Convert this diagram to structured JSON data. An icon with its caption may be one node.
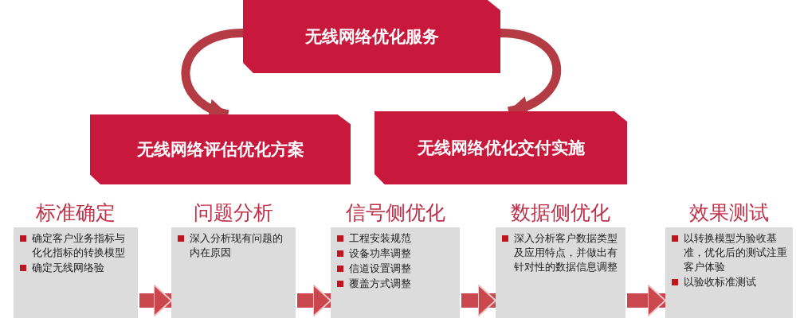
{
  "diagram": {
    "nodes": [
      {
        "text": [
          "无线网络优化服务"
        ]
      },
      {
        "text": [
          "无线网络评估优化方案"
        ]
      },
      {
        "text": [
          "无线网络优化交付实施"
        ]
      },
      {
        "text": [
          "标准确定",
          "确定客户业务指标与化化指标的转换模型",
          "确定无线网络验"
        ]
      },
      {
        "text": [
          "问题分析",
          "深入分析现有问题的内在原因"
        ]
      },
      {
        "text": [
          "信号侧优化",
          "工程安装规范",
          "设备功率调整",
          "信道设置调整",
          "覆盖方式调整"
        ]
      },
      {
        "text": [
          "数据侧优化",
          "深入分析客户数据类型及应用特点，并做出有针对性的数据信息调整"
        ]
      },
      {
        "text": [
          "效果测试",
          "以转换模型为验收基准，优化后的测试注重客户体验",
          "以验收标准测试"
        ]
      }
    ],
    "edges": [
      {
        "from": 0,
        "to": 1,
        "arrow": "to"
      },
      {
        "from": 0,
        "to": 2,
        "arrow": "to"
      },
      {
        "from": 3,
        "to": 4,
        "arrow": "to"
      },
      {
        "from": 4,
        "to": 5,
        "arrow": "to"
      },
      {
        "from": 5,
        "to": 6,
        "arrow": "to"
      },
      {
        "from": 6,
        "to": 7,
        "arrow": "to"
      }
    ]
  }
}
